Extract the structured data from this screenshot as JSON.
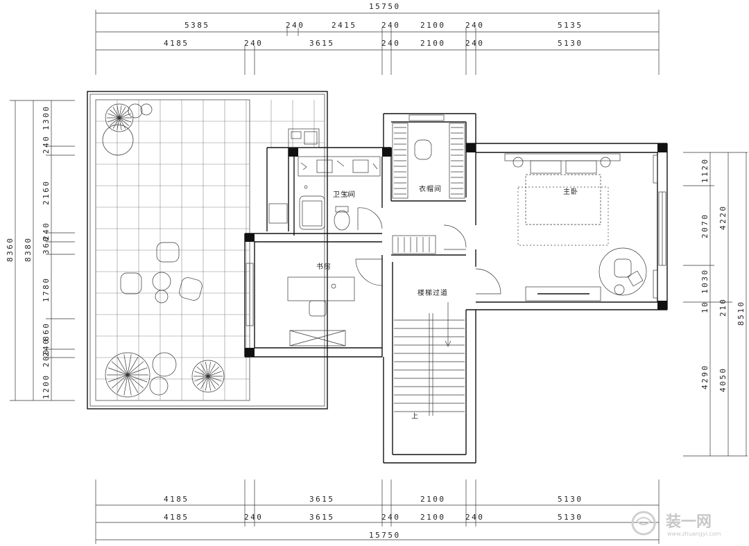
{
  "plan": {
    "top_dims": {
      "total": "15750",
      "row1": [
        "5385",
        "240",
        "2415",
        "240",
        "2100",
        "240",
        "5135"
      ],
      "row2": [
        "4185",
        "240",
        "3615",
        "240",
        "2100",
        "240",
        "5130"
      ]
    },
    "bottom_dims": {
      "row1": [
        "4185",
        "3615",
        "2100",
        "5130"
      ],
      "row2": [
        "4185",
        "240",
        "3615",
        "240",
        "2100",
        "240",
        "5130"
      ],
      "total": "15750"
    },
    "left_dims": {
      "outer1": "8360",
      "outer2": "8380",
      "row3": [
        "1300",
        "240",
        "2160",
        "240",
        "360",
        "1780",
        "860",
        "240",
        "200",
        "1200"
      ]
    },
    "right_dims": {
      "col1": [
        "1120",
        "2070",
        "1030",
        "10",
        "4290"
      ],
      "col2": [
        "4220",
        "210",
        "4050"
      ],
      "col3": [
        "8510"
      ]
    },
    "rooms": {
      "bathroom": "卫生间",
      "closet": "衣帽间",
      "master_bedroom": "主卧",
      "study": "书房",
      "stair_corridor": "楼梯过道",
      "stair_up": "上"
    }
  },
  "watermark": {
    "brand": "装一网",
    "url": "www.zhuangyi.com"
  }
}
